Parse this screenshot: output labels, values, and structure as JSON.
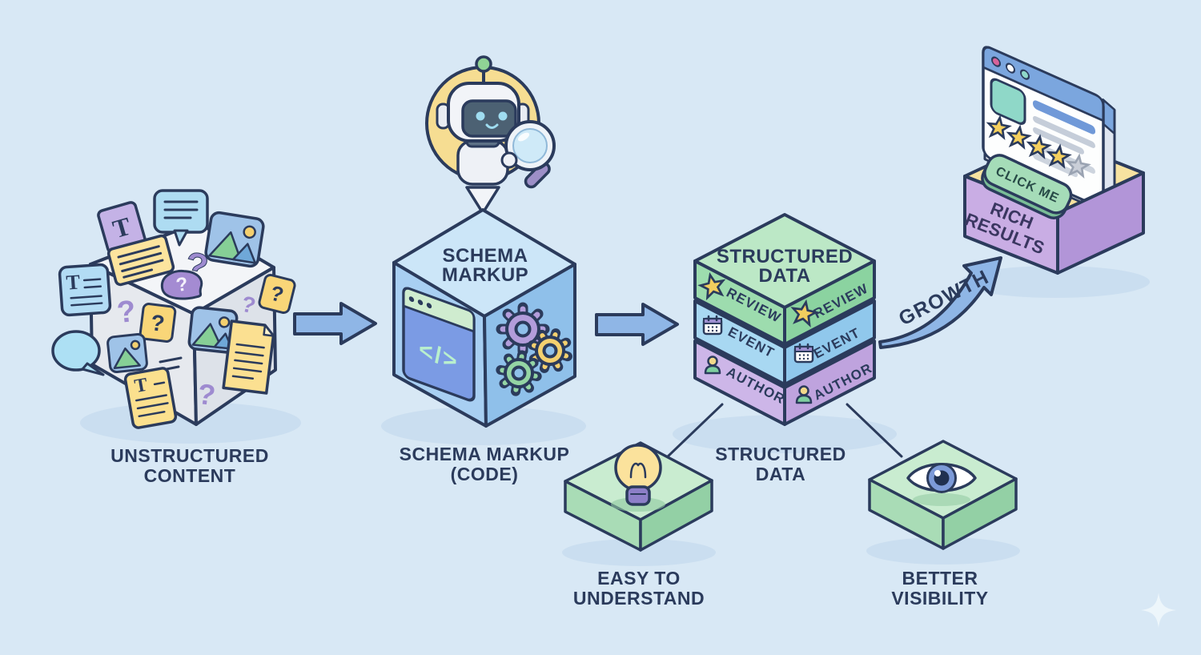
{
  "palette": {
    "background": "#d8e8f5",
    "outline": "#2b3b5c",
    "arrow_blue": "#8fb6e6",
    "green": "#9ddcae",
    "blue": "#a8d8f2",
    "purple": "#c9ade4",
    "yellow": "#f7e2a0",
    "teal": "#8fd8c8"
  },
  "icons": {
    "robot": "robot-mascot",
    "magnifier": "magnifying-glass",
    "gear": "gear",
    "star": "star",
    "calendar": "calendar",
    "person": "person",
    "lightbulb": "lightbulb",
    "eye": "eye",
    "sparkle": "four-point-sparkle",
    "question": "?"
  },
  "unstructured": {
    "label_line1": "UNSTRUCTURED",
    "label_line2": "CONTENT",
    "t_letter": "T",
    "question_mark": "?"
  },
  "schema_cube": {
    "top_line1": "SCHEMA",
    "top_line2": "MARKUP",
    "code_glyph": "</>",
    "label_line1": "SCHEMA MARKUP",
    "label_line2": "(CODE)"
  },
  "structured": {
    "top_line1": "STRUCTURED",
    "top_line2": "DATA",
    "layers": [
      {
        "label": "REVIEW",
        "color": "#9ddcae"
      },
      {
        "label": "EVENT",
        "color": "#a8d8f2"
      },
      {
        "label": "AUTHOR",
        "color": "#c9ade4"
      }
    ],
    "label_line1": "STRUCTURED",
    "label_line2": "DATA"
  },
  "growth": {
    "label": "GROWTH"
  },
  "rich_results": {
    "label_line1": "RICH",
    "label_line2": "RESULTS",
    "button": "CLICK ME",
    "stars_filled": 4,
    "stars_total": 5
  },
  "easy": {
    "label_line1": "EASY TO",
    "label_line2": "UNDERSTAND"
  },
  "visibility": {
    "label_line1": "BETTER",
    "label_line2": "VISIBILITY"
  }
}
